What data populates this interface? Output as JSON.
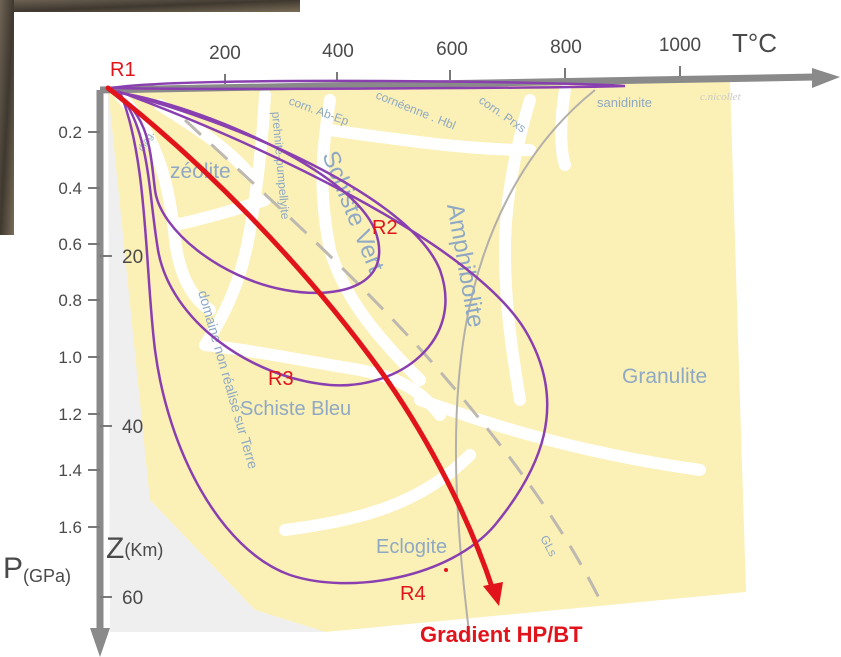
{
  "axes": {
    "temperature_label": "T°C",
    "temperature_ticks": [
      "200",
      "400",
      "600",
      "800",
      "1000"
    ],
    "pressure_label": "P",
    "pressure_unit": "(GPa)",
    "pressure_ticks": [
      "0.2",
      "0.4",
      "0.6",
      "0.8",
      "1.0",
      "1.2",
      "1.4",
      "1.6"
    ],
    "depth_label": "Z",
    "depth_unit": "(Km)",
    "depth_ticks": [
      "20",
      "40",
      "60"
    ]
  },
  "facies": {
    "zeolite": "zéolite",
    "prehnite": "prehnite-pumpellyite",
    "schiste_vert": "Schiste Vert",
    "amphibolite": "Amphibolite",
    "granulite": "Granulite",
    "schiste_bleu": "Schiste Bleu",
    "eclogite": "Eclogite",
    "corn_ab_ep": "corn. Ab-Ep",
    "corneenne_hbl": "cornéenne . Hbl",
    "corn_prxs": "corn. Prxs",
    "sanidinite": "sanidinite",
    "diagenese": "diag.",
    "domaine": "domaine non réalisé sur Terre",
    "gls": "GLs"
  },
  "credit": "c.nicollet",
  "regions": [
    "R1",
    "R2",
    "R3",
    "R4"
  ],
  "gradient_label": "Gradient HP/BT",
  "colors": {
    "field": "#fbf0b6",
    "boundary": "#ffffff",
    "axis": "#8a8a8a",
    "ellipse": "#8a3fb0",
    "gradient": "#e2141b",
    "facies_text": "#8fa9c4",
    "photo": "#5a5246"
  }
}
